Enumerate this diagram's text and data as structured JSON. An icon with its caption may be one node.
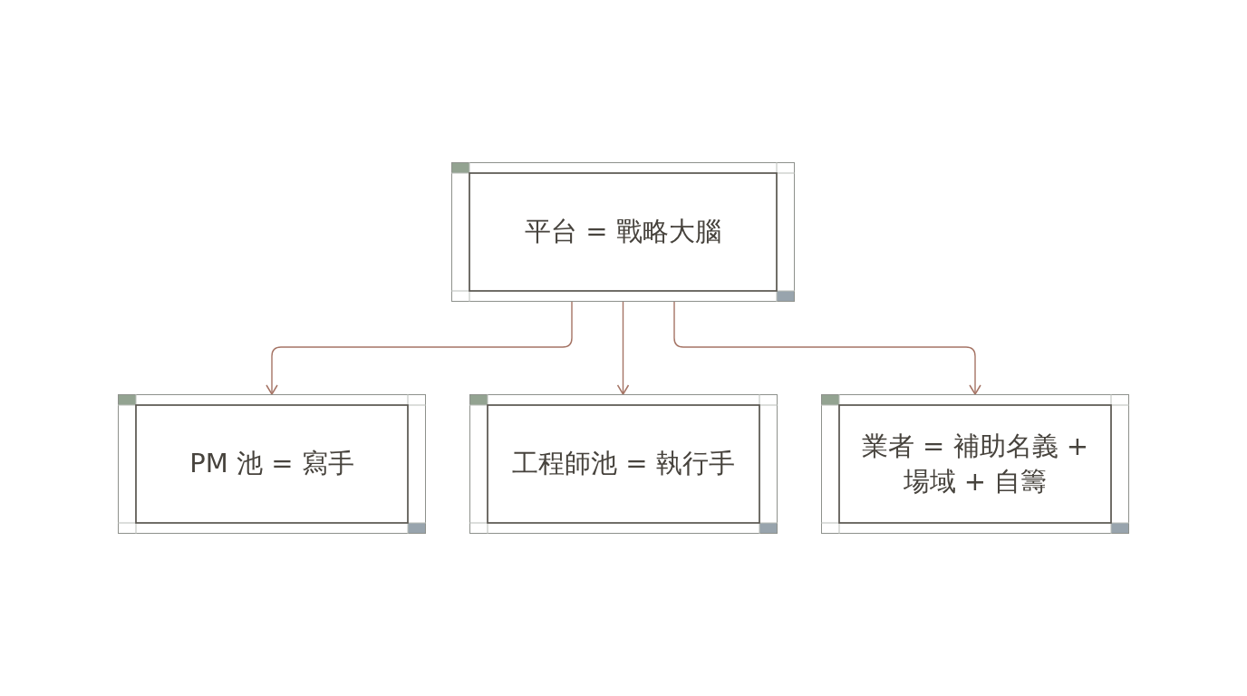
{
  "diagram": {
    "nodes": [
      {
        "text": [
          "平台 = 戰略大腦"
        ]
      },
      {
        "text": [
          "PM 池 = 寫手"
        ]
      },
      {
        "text": [
          "工程師池 = 執行手"
        ]
      },
      {
        "text": [
          "業者 = 補助名義 + 場域 + 自籌"
        ]
      }
    ],
    "edges": [
      {
        "from": 0,
        "to": 1,
        "arrow": "to"
      },
      {
        "from": 0,
        "to": 2,
        "arrow": "to"
      },
      {
        "from": 0,
        "to": 3,
        "arrow": "to"
      }
    ]
  }
}
